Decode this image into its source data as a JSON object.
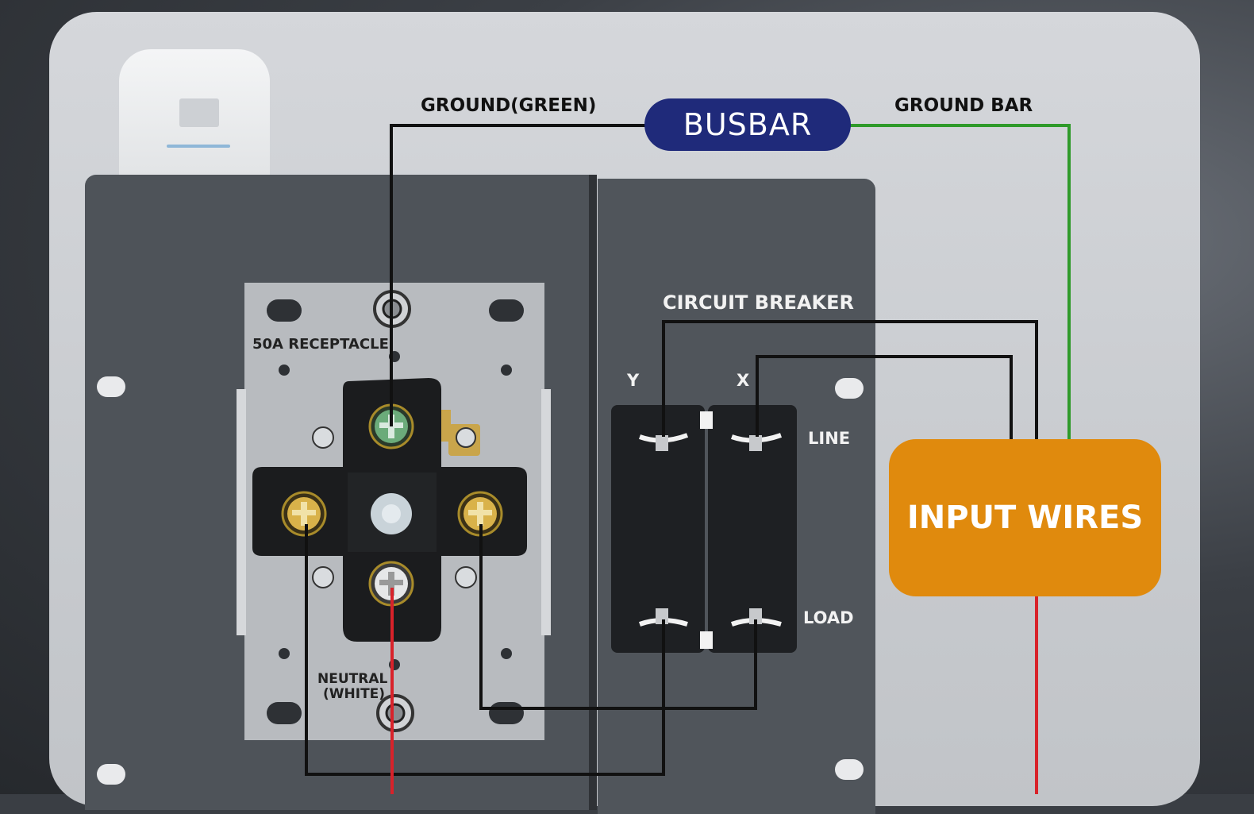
{
  "labels": {
    "ground_green": "GROUND(GREEN)",
    "busbar": "BUSBAR",
    "ground_bar": "GROUND BAR",
    "circuit_breaker": "CIRCUIT BREAKER",
    "receptacle": "50A RECEPTACLE",
    "pole_y": "Y",
    "pole_x": "X",
    "line": "LINE",
    "load": "LOAD",
    "input_wires": "INPUT WIRES",
    "neutral_line1": "NEUTRAL",
    "neutral_line2": "(WHITE)"
  },
  "colors": {
    "busbar": "#1f2a7a",
    "input_wires": "#e08a0d",
    "ground_wire": "#2f9a2a",
    "hot_wire": "#d8222a",
    "wire": "#111111"
  }
}
